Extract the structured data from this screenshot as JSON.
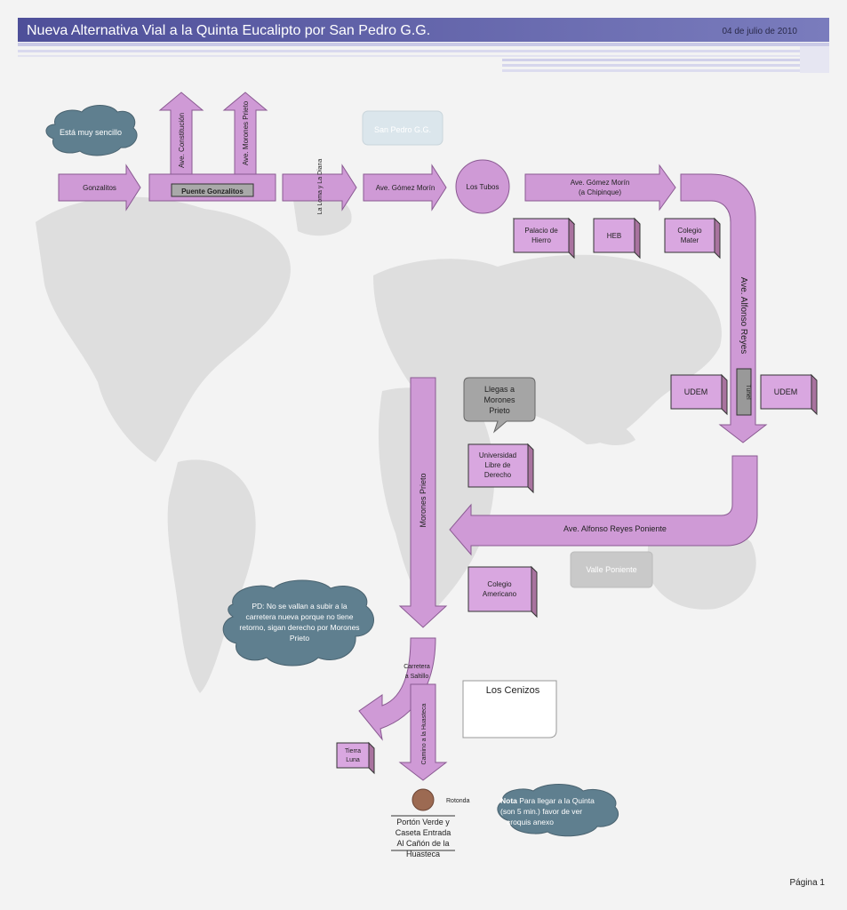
{
  "header": {
    "title": "Nueva Alternativa Vial a la Quinta Eucalipto por San Pedro G.G.",
    "date": "04 de julio de 2010"
  },
  "footer": {
    "page": "Página 1"
  },
  "labels": {
    "esta_sencillo": "Está muy sencillo",
    "gonzalitos": "Gonzalitos",
    "ave_constitucion": "Ave. Constitución",
    "ave_morones_prieto": "Ave. Morones Prieto",
    "puente_gonzalitos": "Puente Gonzalitos",
    "la_loma": "La Loma y La Diana",
    "ave_gomez_morin": "Ave. Gómez Morín",
    "los_tubos": "Los Tubos",
    "san_pedro": "San Pedro G.G.",
    "gomez_morin_chipinque_1": "Ave. Gómez Morín",
    "gomez_morin_chipinque_2": "(a Chipinque)",
    "palacio_1": "Palacio de",
    "palacio_2": "Hierro",
    "heb": "HEB",
    "colegio_mater_1": "Colegio",
    "colegio_mater_2": "Mater",
    "ave_alfonso_reyes": "Ave. Alfonso Reyes",
    "udem_left": "UDEM",
    "tunel": "Tunel",
    "udem_right": "UDEM",
    "llegas_1": "Llegas a",
    "llegas_2": "Morones",
    "llegas_3": "Prieto",
    "universidad_1": "Universidad",
    "universidad_2": "Libre de",
    "universidad_3": "Derecho",
    "morones_prieto": "Morones Prieto",
    "alfonso_reyes_poniente": "Ave. Alfonso Reyes Poniente",
    "valle_poniente": "Valle Poniente",
    "colegio_americano_1": "Colegio",
    "colegio_americano_2": "Americano",
    "pd_1": "PD: No se vallan a subir a la",
    "pd_2": "carretera nueva porque no tiene",
    "pd_3": "retorno, sigan derecho por Morones",
    "pd_4": "Prieto",
    "carretera_1": "Carretera",
    "carretera_2": "a Saltillo",
    "camino_huasteca": "Camino a la Huasteca",
    "los_cenizos": "Los Cenizos",
    "tierra_1": "Tierra",
    "tierra_2": "Luna",
    "rotonda": "Rotonda",
    "porton_1": "Portón Verde y",
    "porton_2": "Caseta Entrada",
    "porton_3": "Al Cañón de la",
    "porton_4": "Huasteca",
    "nota_bold": "Nota",
    "nota_1": " Para llegar a la Quinta",
    "nota_2": "(son 5 min.) favor de ver",
    "nota_3": "croquis anexo"
  },
  "colors": {
    "header_bar": "#5b5ea6",
    "arrow_fill": "#cf9ad6",
    "cloud": "#5f7f8f",
    "grey_box": "#c9c9c9"
  }
}
